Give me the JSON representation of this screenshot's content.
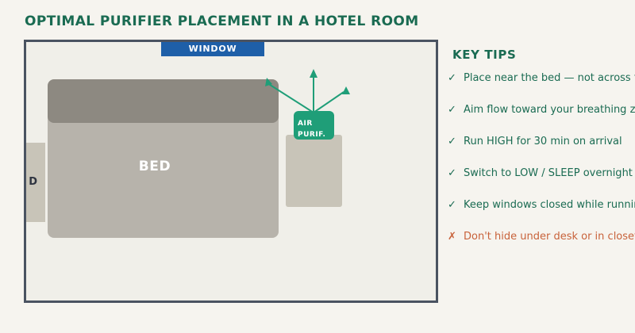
{
  "title": "OPTIMAL PURIFIER PLACEMENT IN A HOTEL ROOM",
  "room": {
    "window_label": "WINDOW",
    "desk_label": "D",
    "bed_label": "BED",
    "purifier_label_line1": "AIR",
    "purifier_label_line2": "PURIF."
  },
  "tips_panel": {
    "heading": "KEY TIPS",
    "tips": [
      {
        "mark": "✓",
        "text": "Place near the bed — not across the room",
        "kind": "do"
      },
      {
        "mark": "✓",
        "text": "Aim flow toward your breathing zone",
        "kind": "do"
      },
      {
        "mark": "✓",
        "text": "Run HIGH for 30 min on arrival",
        "kind": "do"
      },
      {
        "mark": "✓",
        "text": "Switch to LOW / SLEEP overnight",
        "kind": "do"
      },
      {
        "mark": "✓",
        "text": "Keep windows closed while running",
        "kind": "do"
      },
      {
        "mark": "✗",
        "text": "Don't hide under desk or in closet",
        "kind": "dont"
      }
    ]
  },
  "colors": {
    "heading": "#1a6b52",
    "window": "#1e5fa8",
    "purifier": "#1f9e78",
    "airflow": "#1f9e78",
    "warning": "#c8623a",
    "wall": "#4a5361"
  }
}
